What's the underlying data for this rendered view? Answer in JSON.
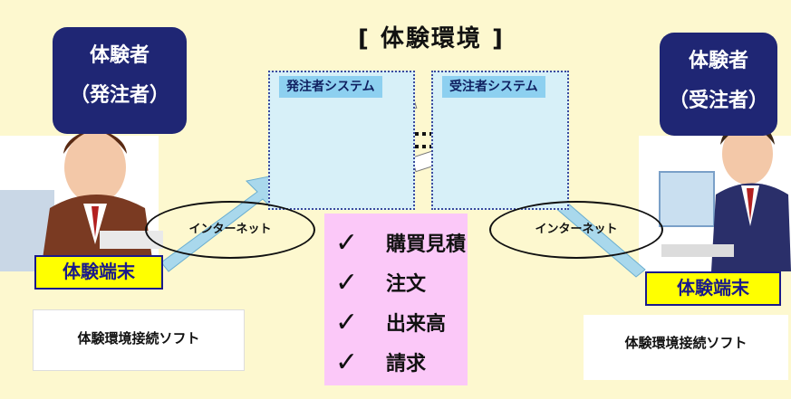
{
  "title": "[ 体験環境 ]",
  "left_user": {
    "role_line1": "体験者",
    "role_line2": "（発注者）",
    "terminal": "体験端末",
    "software": "体験環境接続ソフト"
  },
  "right_user": {
    "role_line1": "体験者",
    "role_line2": "（受注者）",
    "terminal": "体験端末",
    "software": "体験環境接続ソフト"
  },
  "systems": {
    "left_label": "発注者システム",
    "right_label": "受注者システム"
  },
  "internet_label": "インターネット",
  "checklist": [
    "購買見積",
    "注文",
    "出来高",
    "請求"
  ],
  "check_symbol": "✓",
  "colors": {
    "background": "#fdf8cf",
    "role_box": "#1f2674",
    "system_box": "#d7f0f8",
    "checklist_bg": "#fbc8f8",
    "terminal_bg": "#ffff00"
  }
}
